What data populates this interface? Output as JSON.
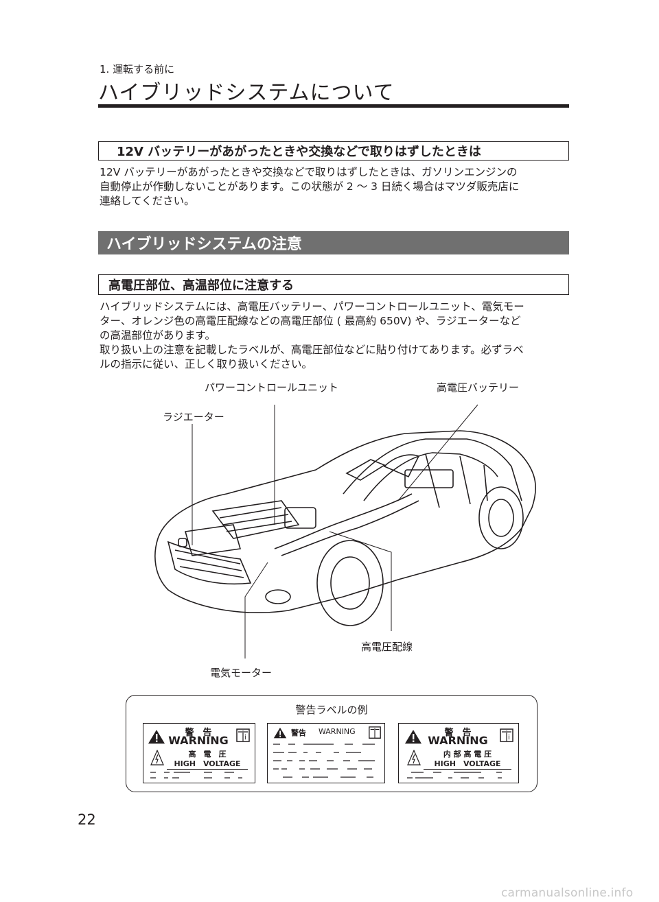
{
  "header": {
    "chapter": "1. 運転する前に",
    "title": "ハイブリッドシステムについて"
  },
  "section1": {
    "heading": "12V バッテリーがあがったときや交換などで取りはずしたときは",
    "paragraph": [
      "12V バッテリーがあがったときや交換などで取りはずしたときは、ガソリンエンジンの",
      "自動停止が作動しないことがあります。この状態が 2 〜 3 日続く場合はマツダ販売店に",
      "連絡してください。"
    ]
  },
  "section2": {
    "band_title": "ハイブリッドシステムの注意",
    "subheading": "高電圧部位、高温部位に注意する",
    "paragraph": [
      "ハイブリッドシステムには、高電圧バッテリー、パワーコントロールユニット、電気モー",
      "ター、オレンジ色の高電圧配線などの高電圧部位 ( 最高約 650V) や、ラジエーターなど",
      "の高温部位があります。",
      "取り扱い上の注意を記載したラベルが、高電圧部位などに貼り付けてあります。必ずラベ",
      "ルの指示に従い、正しく取り扱いください。"
    ]
  },
  "figure": {
    "callouts": {
      "pcu": "パワーコントロールユニット",
      "battery": "高電圧バッテリー",
      "radiator": "ラジエーター",
      "wiring": "高電圧配線",
      "motor": "電気モーター"
    }
  },
  "warning_labels": {
    "title": "警告ラベルの例",
    "label1": {
      "jp": "警　告",
      "en": "WARNING",
      "sub_jp": "高　電　圧",
      "sub_en": "HIGH　VOLTAGE"
    },
    "label2": {
      "jp": "警告",
      "en": "WARNING"
    },
    "label3": {
      "jp": "警　告",
      "en": "WARNING",
      "sub_jp": "内 部 高 電 圧",
      "sub_en": "HIGH　VOLTAGE"
    }
  },
  "page_number": "22",
  "footer": "carmanualsonline.info"
}
